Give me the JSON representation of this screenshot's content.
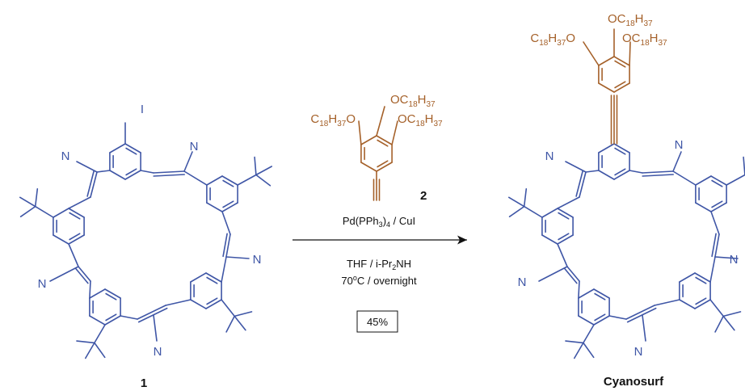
{
  "colors": {
    "macrocycle": "#3F56A6",
    "side_chain": "#A5612A",
    "text": "#111111"
  },
  "macrocycle_labels": {
    "iodo": "I",
    "nitrile": "N",
    "tbu": ""
  },
  "reagent": {
    "number": "2",
    "alkoxy": [
      {
        "pre": "O",
        "base": "C",
        "sub1": "18",
        "mid": "H",
        "sub2": "37",
        "post": ""
      },
      {
        "pre": "",
        "base": "C",
        "sub1": "18",
        "mid": "H",
        "sub2": "37",
        "post": "O"
      },
      {
        "pre": "O",
        "base": "C",
        "sub1": "18",
        "mid": "H",
        "sub2": "37",
        "post": ""
      }
    ]
  },
  "conditions": {
    "line1": {
      "a": "Pd(PPh",
      "sub": "3",
      "b": ")",
      "sub2": "4",
      "c": " / CuI"
    },
    "line2": {
      "a": "THF / i-Pr",
      "sub": "2",
      "b": "NH"
    },
    "line3": {
      "a": "70",
      "sup": "o",
      "b": "C / overnight"
    },
    "yield": "45%"
  },
  "compounds": {
    "start": "1",
    "product": "Cyanosurf"
  }
}
